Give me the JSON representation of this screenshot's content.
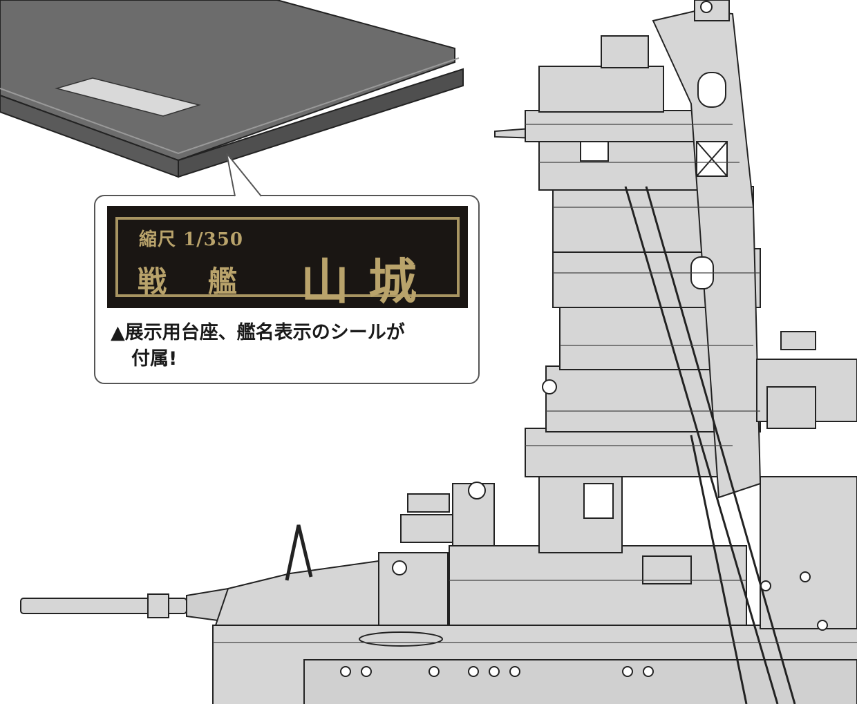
{
  "nameplate": {
    "scale_text": "縮尺 1/350",
    "ship_type_1": "戦",
    "ship_type_2": "艦",
    "ship_name_1": "山",
    "ship_name_2": "城"
  },
  "caption": {
    "line1": "▲展示用台座、艦名表示のシールが",
    "line2": "付属!"
  },
  "colors": {
    "base_gray": "#6f6f6f",
    "plate_black": "#1a1613",
    "plate_gold": "#b9a36b",
    "ship_gray": "#d6d6d6",
    "line": "#222222"
  }
}
